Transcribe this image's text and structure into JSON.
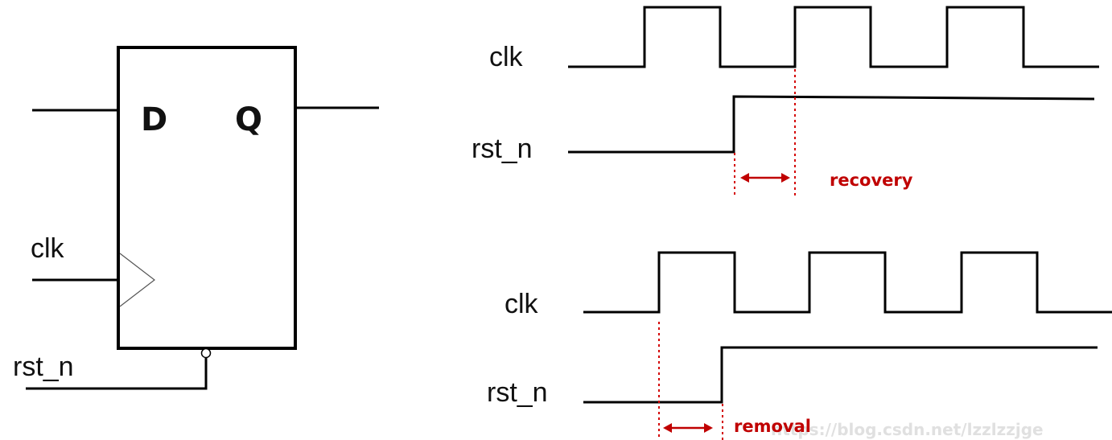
{
  "flipflop": {
    "pin_d": "D",
    "pin_q": "Q",
    "input_clk": "clk",
    "input_rst": "rst_n"
  },
  "recovery_diagram": {
    "clk_label": "clk",
    "rst_label": "rst_n",
    "annotation": "recovery"
  },
  "removal_diagram": {
    "clk_label": "clk",
    "rst_label": "rst_n",
    "annotation": "removal"
  },
  "watermark": "https://blog.csdn.net/lzzlzzjge",
  "colors": {
    "annotation": "#c00000",
    "wire": "#000000"
  }
}
